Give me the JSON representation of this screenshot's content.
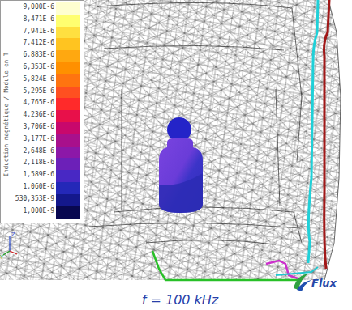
{
  "diagram": {
    "caption": "f = 100 kHz",
    "labels": [
      "Induction magnétique / Module en T",
      "Z",
      "Y",
      "Flux"
    ],
    "legend": [
      {
        "text": "9,000E-6",
        "color": "#ffffd0"
      },
      {
        "text": "8,471E-6",
        "color": "#ffff70"
      },
      {
        "text": "7,941E-6",
        "color": "#ffe040"
      },
      {
        "text": "7,412E-6",
        "color": "#ffc420"
      },
      {
        "text": "6,883E-6",
        "color": "#ffa810"
      },
      {
        "text": "6,353E-6",
        "color": "#ff9000"
      },
      {
        "text": "5,824E-6",
        "color": "#ff7410"
      },
      {
        "text": "5,295E-6",
        "color": "#ff5020"
      },
      {
        "text": "4,765E-6",
        "color": "#ff2a2a"
      },
      {
        "text": "4,236E-6",
        "color": "#e8104a"
      },
      {
        "text": "3,706E-6",
        "color": "#c8086c"
      },
      {
        "text": "3,177E-6",
        "color": "#a8108c"
      },
      {
        "text": "2,648E-6",
        "color": "#8c18a8"
      },
      {
        "text": "2,118E-6",
        "color": "#6c20b8"
      },
      {
        "text": "1,589E-6",
        "color": "#4828c4"
      },
      {
        "text": "1,060E-6",
        "color": "#2428b8"
      },
      {
        "text": "530,353E-9",
        "color": "#14188c"
      },
      {
        "text": "1,000E-9",
        "color": "#080850"
      }
    ]
  }
}
